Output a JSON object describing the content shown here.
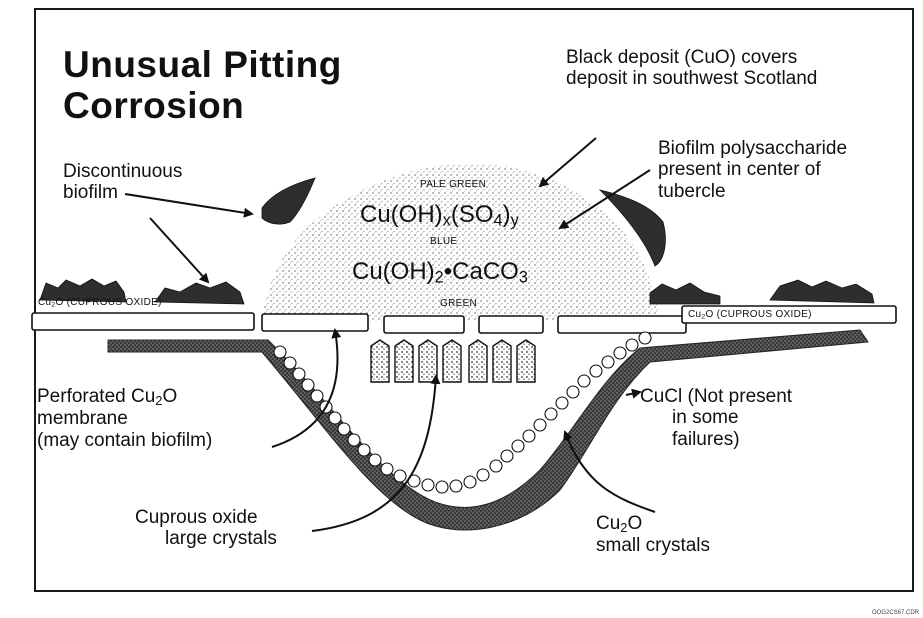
{
  "title": [
    "Unusual Pitting",
    "Corrosion"
  ],
  "labels": {
    "black_deposit": [
      "Black deposit (CuO) covers",
      "deposit in southwest Scotland"
    ],
    "biofilm_poly": [
      "Biofilm polysaccharide",
      "present in center of",
      "tubercle"
    ],
    "discontinuous": [
      "Discontinuous",
      "biofilm"
    ],
    "pale_green": "PALE GREEN",
    "blue": "BLUE",
    "green": "GREEN",
    "formula1": {
      "a": "Cu(OH)",
      "b": "x",
      "c": "(SO",
      "d": "4",
      "e": ")",
      "f": "y"
    },
    "formula2": {
      "a": "Cu(OH)",
      "b": "2",
      "c": "•CaCO",
      "d": "3"
    },
    "cu2o_left": {
      "a": "Cu",
      "b": "2",
      "c": "O (CUPROUS OXIDE)"
    },
    "cu2o_right": {
      "a": "Cu",
      "b": "2",
      "c": "O (CUPROUS OXIDE)"
    },
    "perforated": {
      "a": "Perforated Cu",
      "b": "2",
      "c": "O",
      "line2": "membrane",
      "line3": "(may contain biofilm)"
    },
    "cucl": [
      "CuCl (Not present",
      "in some",
      "failures)"
    ],
    "cuprous_large": [
      "Cuprous oxide",
      "large crystals"
    ],
    "cu2o_small": {
      "a": "Cu",
      "b": "2",
      "c": "O",
      "line2": "small crystals"
    }
  },
  "stamp": "OOG2CS67.CDR",
  "colors": {
    "ink": "#111111",
    "stipple": "#6b6b6b",
    "paper": "#ffffff"
  }
}
